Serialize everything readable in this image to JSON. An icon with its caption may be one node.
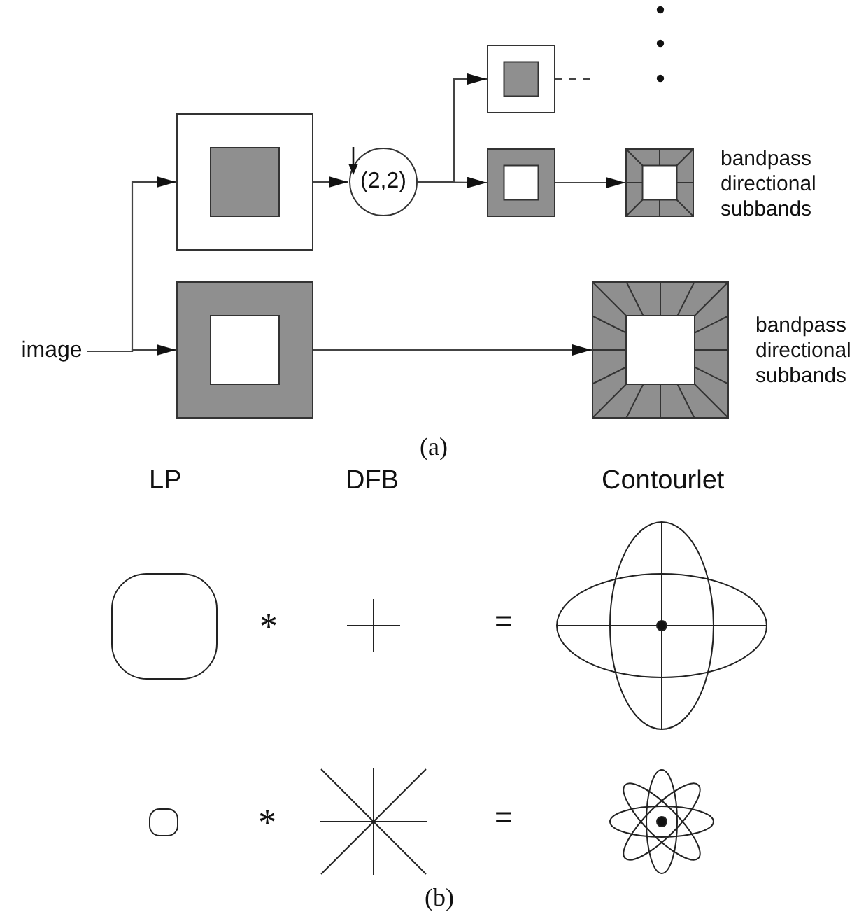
{
  "diagram": {
    "nodes": [
      {
        "text": [
          "image"
        ]
      },
      {
        "text": [],
        "shape": "box"
      },
      {
        "text": [
          "(2,2)"
        ]
      },
      {
        "text": [],
        "shape": "box"
      },
      {
        "text": [],
        "shape": "box"
      },
      {
        "text": [],
        "shape": "box",
        "beside": [
          "bandpass directional subbands"
        ]
      },
      {
        "text": [],
        "shape": "box"
      },
      {
        "text": [],
        "shape": "box",
        "beside": [
          "bandpass directional subbands"
        ]
      }
    ],
    "edges": [
      {
        "from": 0,
        "to": 1,
        "arrow": "to"
      },
      {
        "from": 0,
        "to": 6,
        "arrow": "to"
      },
      {
        "from": 1,
        "to": 2,
        "arrow": "to"
      },
      {
        "from": 2,
        "to": 3,
        "arrow": "to"
      },
      {
        "from": 2,
        "to": 4,
        "arrow": "to"
      },
      {
        "from": 4,
        "to": 5,
        "arrow": "to"
      },
      {
        "from": 6,
        "to": 7,
        "arrow": "to"
      },
      {
        "from": 3,
        "to": null,
        "arrow": "none",
        "style": "dashed"
      }
    ],
    "labels": [
      "(a)",
      "LP",
      "DFB",
      "Contourlet",
      "*",
      "=",
      "*",
      "=",
      "(b)"
    ]
  }
}
